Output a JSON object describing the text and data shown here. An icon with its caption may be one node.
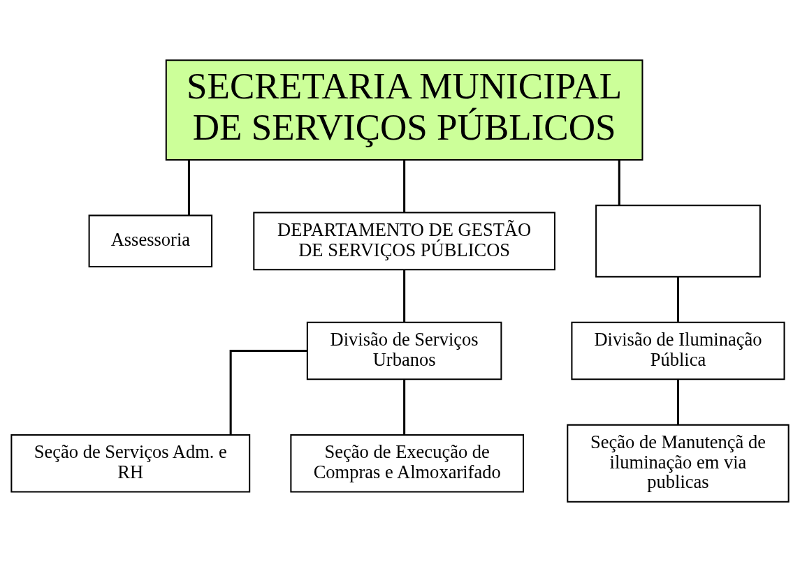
{
  "diagram": {
    "nodes": [
      {
        "text": [
          "SECRETARIA MUNICIPAL DE SERVIÇOS PÚBLICOS"
        ]
      },
      {
        "text": [
          "Assessoria"
        ]
      },
      {
        "text": [
          "DEPARTAMENTO DE GESTÃO DE SERVIÇOS PÚBLICOS"
        ]
      },
      {
        "text": [
          "Divisão de Serviços Urbanos"
        ]
      },
      {
        "text": [
          "Seção de Serviços Adm. e RH"
        ]
      },
      {
        "text": [
          "Seção de Execução de Compras e Almoxarifado"
        ]
      },
      {
        "text": [],
        "shape": "box"
      },
      {
        "text": [
          "Divisão de Iluminação Pública"
        ]
      },
      {
        "text": [
          "Seção de Manutençã de iluminação em via publicas"
        ]
      }
    ],
    "edges": [
      {
        "from": 0,
        "to": 1,
        "arrow": "none"
      },
      {
        "from": 0,
        "to": 2,
        "arrow": "none"
      },
      {
        "from": 0,
        "to": 6,
        "arrow": "none"
      },
      {
        "from": 2,
        "to": 3,
        "arrow": "none"
      },
      {
        "from": 3,
        "to": 4,
        "arrow": "none"
      },
      {
        "from": 3,
        "to": 5,
        "arrow": "none"
      },
      {
        "from": 6,
        "to": 7,
        "arrow": "none"
      },
      {
        "from": 7,
        "to": 8,
        "arrow": "none"
      }
    ]
  }
}
